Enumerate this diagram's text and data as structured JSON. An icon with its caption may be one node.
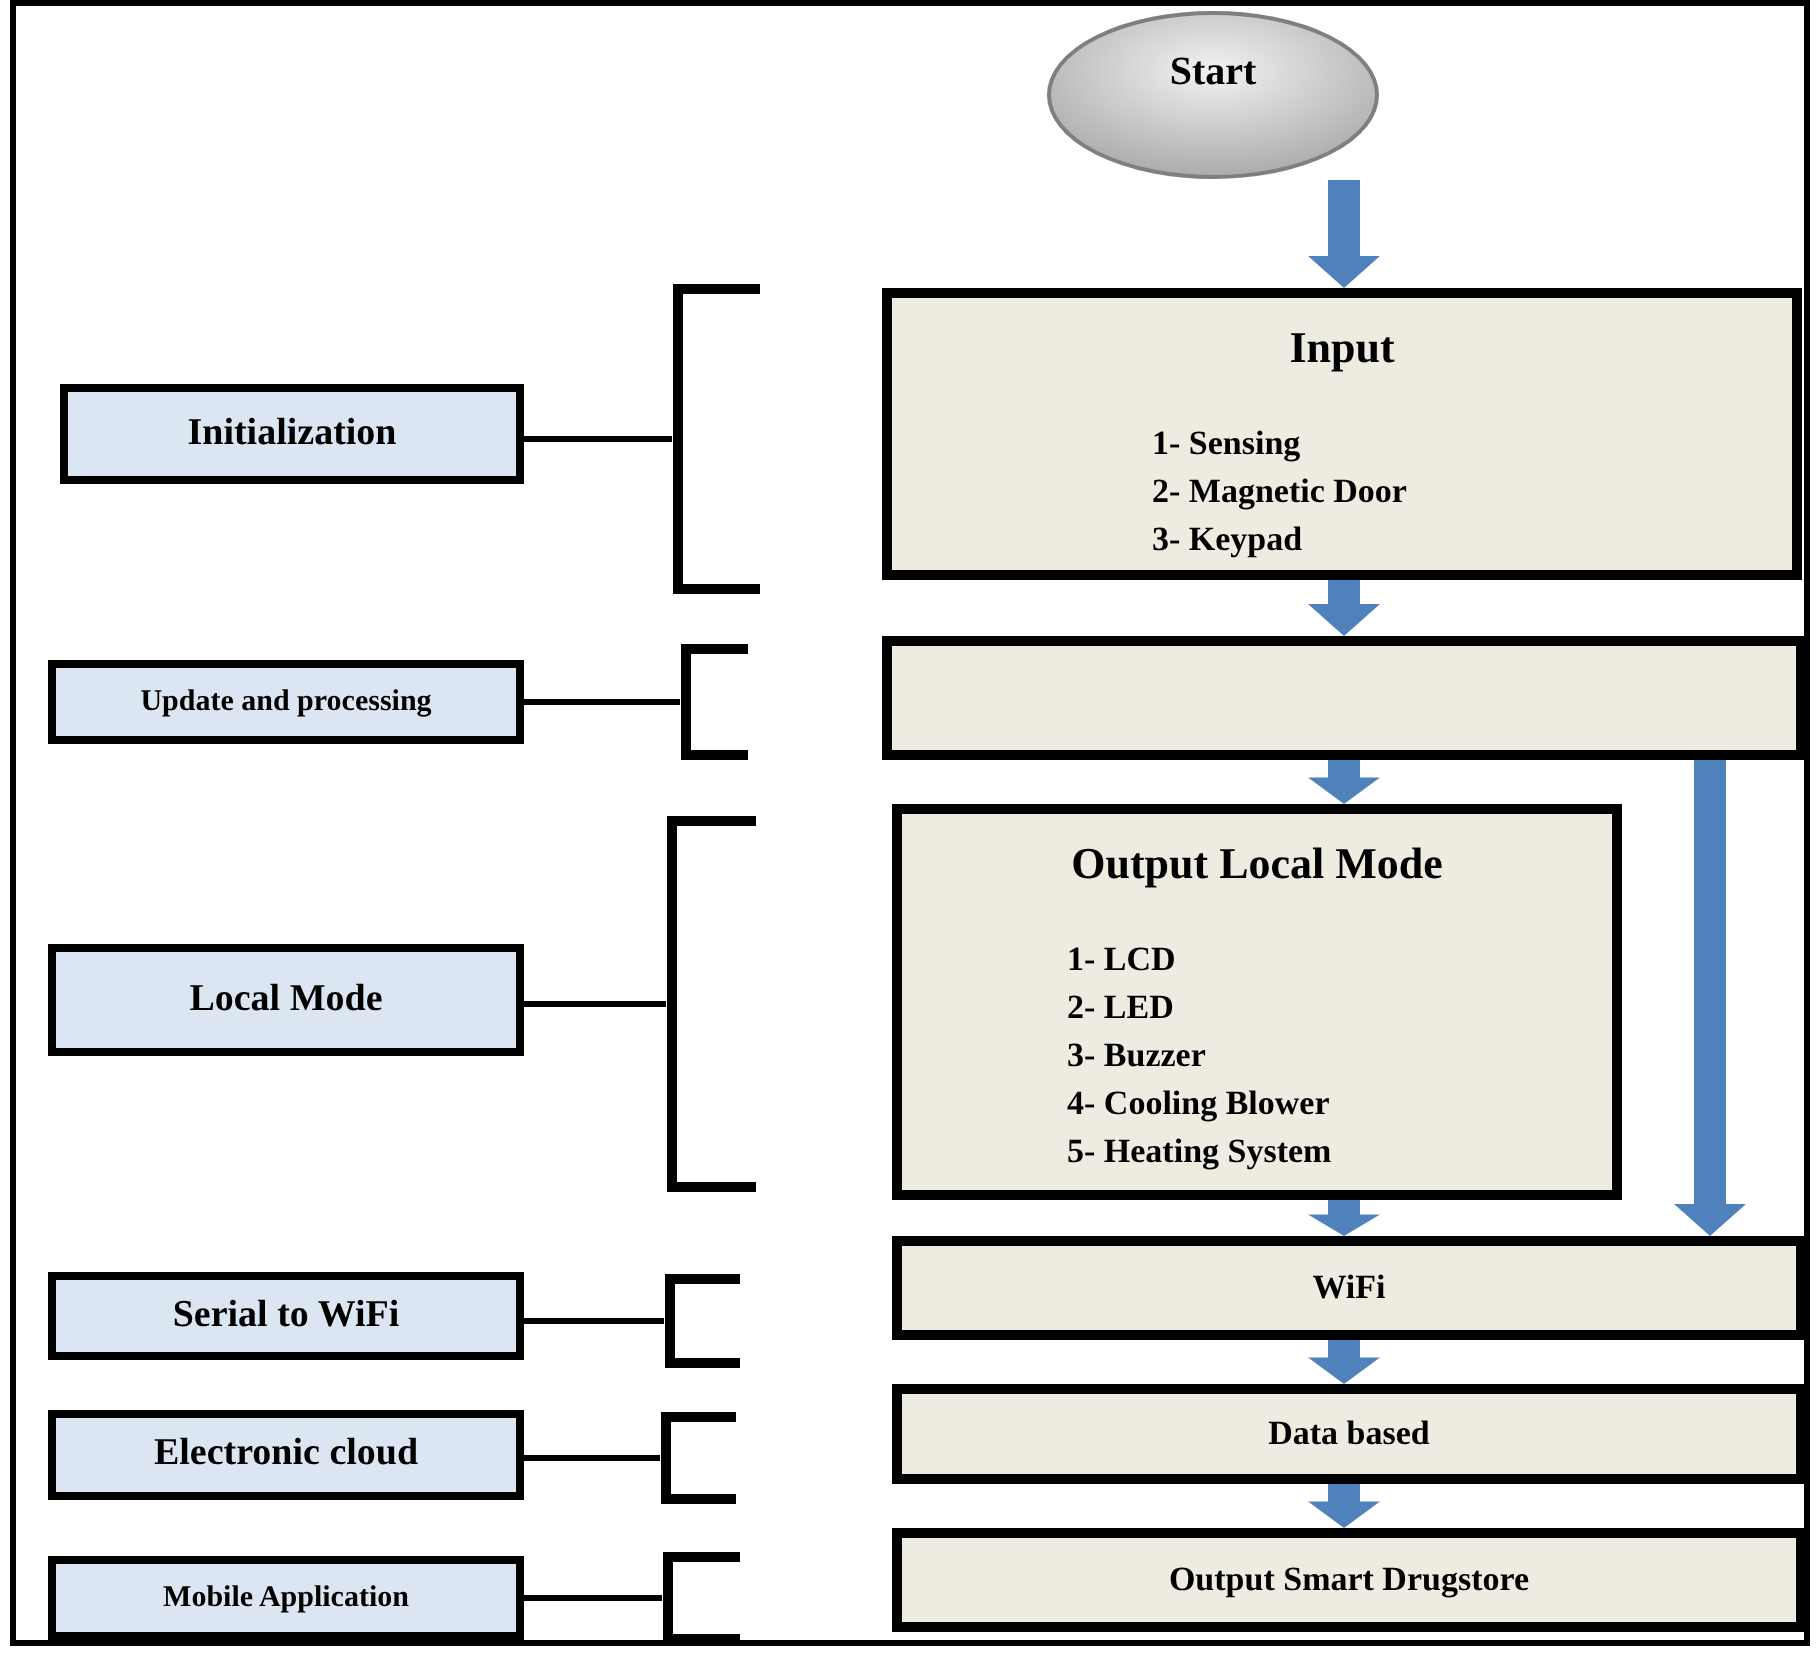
{
  "diagram": {
    "nodes": [
      {
        "text": [
          "Start"
        ]
      },
      {
        "text": [
          "Initialization"
        ]
      },
      {
        "text": [],
        "shape": "bracket"
      },
      {
        "text": [
          "Input",
          "1- Sensing",
          "2- Magnetic Door",
          "3- Keypad"
        ]
      },
      {
        "text": [
          "Update and processing"
        ]
      },
      {
        "text": [],
        "shape": "bracket"
      },
      {
        "text": [],
        "shape": "box"
      },
      {
        "text": [
          "Local Mode"
        ]
      },
      {
        "text": [],
        "shape": "bracket"
      },
      {
        "text": [
          "Output Local Mode",
          "1- LCD",
          "2- LED",
          "3- Buzzer",
          "4- Cooling Blower",
          "5- Heating System"
        ]
      },
      {
        "text": [
          "Serial to WiFi"
        ]
      },
      {
        "text": [],
        "shape": "bracket"
      },
      {
        "text": [
          "WiFi"
        ]
      },
      {
        "text": [
          "Electronic cloud"
        ]
      },
      {
        "text": [],
        "shape": "bracket"
      },
      {
        "text": [
          "Data based"
        ]
      },
      {
        "text": [
          "Mobile Application"
        ]
      },
      {
        "text": [],
        "shape": "bracket"
      },
      {
        "text": [
          "Output Smart Drugstore"
        ]
      }
    ],
    "edges": [
      {
        "from": 0,
        "to": 3,
        "arrow": "to",
        "style": "thick",
        "color": "#4f81bd"
      },
      {
        "from": 3,
        "to": 6,
        "arrow": "to",
        "style": "thick",
        "color": "#4f81bd"
      },
      {
        "from": 6,
        "to": 9,
        "arrow": "to",
        "style": "thick",
        "color": "#4f81bd"
      },
      {
        "from": 6,
        "to": 12,
        "arrow": "to",
        "style": "thick",
        "color": "#4f81bd"
      },
      {
        "from": 9,
        "to": 12,
        "arrow": "to",
        "style": "thick",
        "color": "#4f81bd"
      },
      {
        "from": 12,
        "to": 15,
        "arrow": "to",
        "style": "thick",
        "color": "#4f81bd"
      },
      {
        "from": 15,
        "to": 18,
        "arrow": "to",
        "style": "thick",
        "color": "#4f81bd"
      },
      {
        "from": 1,
        "to": 2,
        "arrow": "none"
      },
      {
        "from": 4,
        "to": 5,
        "arrow": "none"
      },
      {
        "from": 7,
        "to": 8,
        "arrow": "none"
      },
      {
        "from": 10,
        "to": 11,
        "arrow": "none"
      },
      {
        "from": 13,
        "to": 14,
        "arrow": "none"
      },
      {
        "from": 16,
        "to": 17,
        "arrow": "none"
      }
    ]
  }
}
